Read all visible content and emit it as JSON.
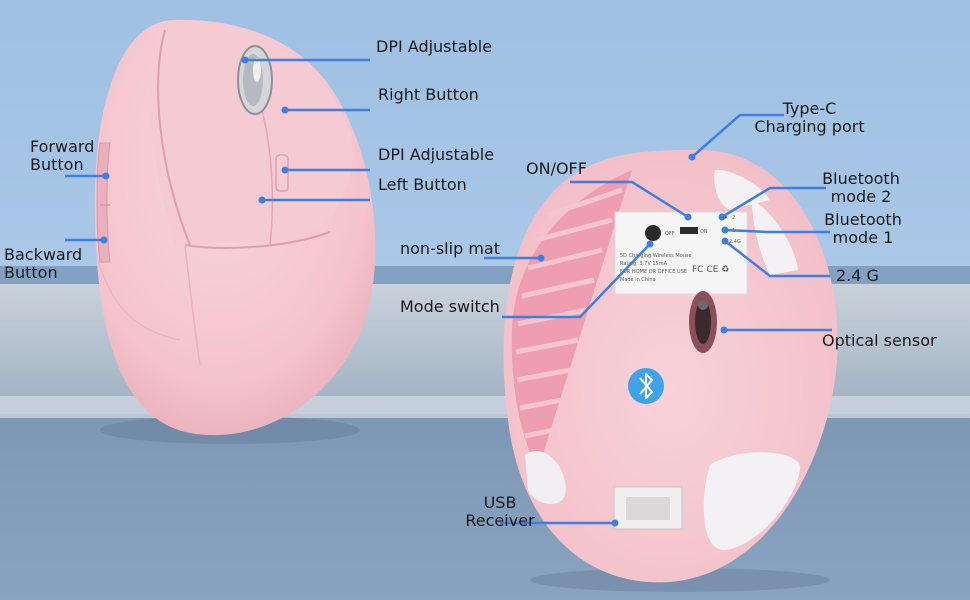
{
  "colors": {
    "background_top": "#a9c7e6",
    "background_shelf": "#a8b6c5",
    "mouse_pink": "#f6c7cf",
    "mouse_pink_dark": "#e7a4b0",
    "callout_blue": "#3f7fe2",
    "bluetooth_badge": "#3fa3e8"
  },
  "labels": {
    "dpi_adjustable_top": "DPI Adjustable",
    "right_button": "Right Button",
    "dpi_adjustable_mid": "DPI Adjustable",
    "left_button": "Left Button",
    "forward_button": [
      "Forward",
      "Button"
    ],
    "backward_button": [
      "Backward",
      "Button"
    ],
    "type_c": [
      "Type-C",
      "Charging port"
    ],
    "on_off": "ON/OFF",
    "bluetooth_mode_2": [
      "Bluetooth",
      "mode 2"
    ],
    "bluetooth_mode_1": [
      "Bluetooth",
      "mode 1"
    ],
    "band_24g": "2.4 G",
    "non_slip_mat": "non-slip mat",
    "mode_switch": "Mode switch",
    "optical_sensor": "Optical sensor",
    "usb_receiver": [
      "USB",
      "Receiver"
    ]
  },
  "underside_text": {
    "switch_off": "OFF",
    "switch_on": "ON",
    "mode_2": "2",
    "mode_1": "1",
    "mode_24": "2.4G",
    "product_lines": [
      "5D Charging Wireless Mouse",
      "Rating: 3.7V 15mA",
      "FOR HOME OR OFFICE USE",
      "Made in China"
    ],
    "certs": "FC CE ♻"
  },
  "icons": {
    "bluetooth": "bluetooth-icon",
    "scroll_wheel": "scroll-wheel-icon"
  }
}
